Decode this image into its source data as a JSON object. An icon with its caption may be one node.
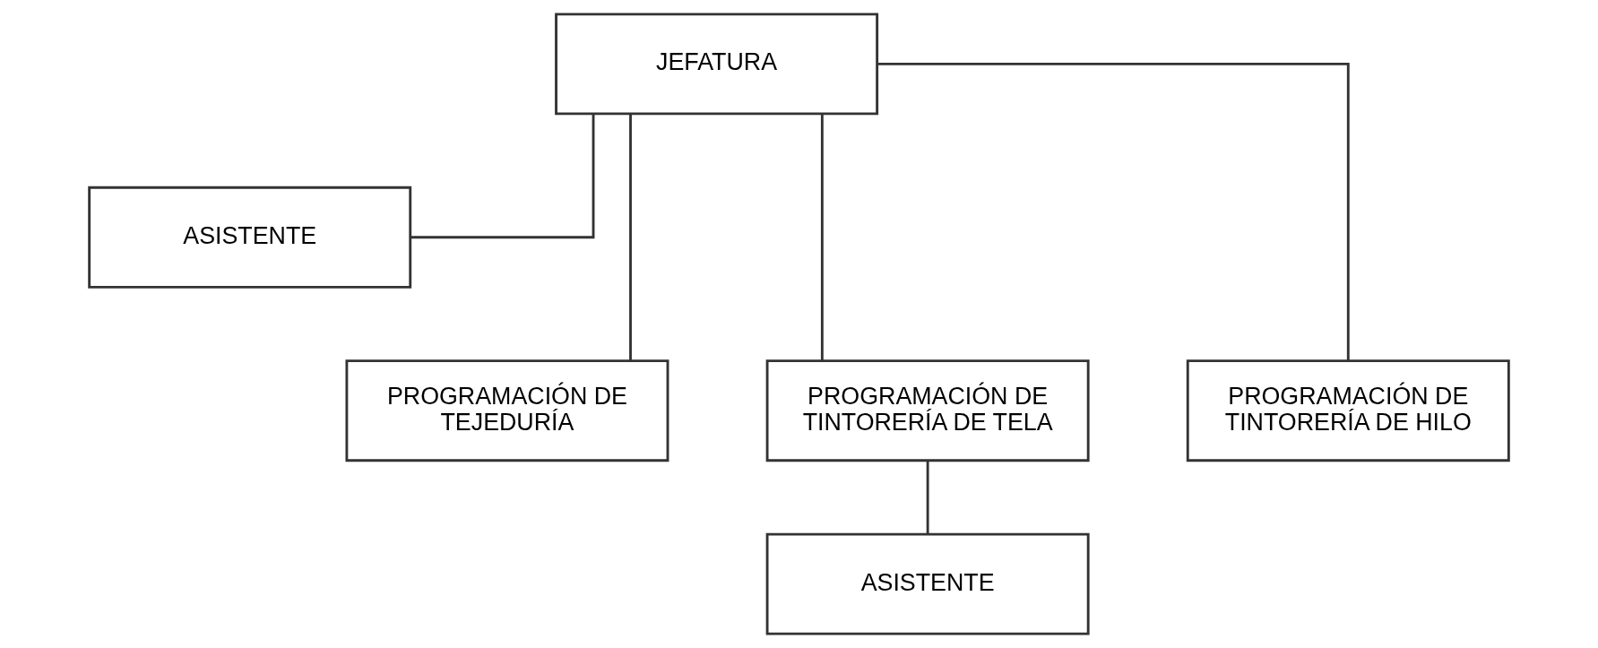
{
  "diagram": {
    "nodes": [
      {
        "text": [
          "JEFATURA"
        ]
      },
      {
        "text": [
          "ASISTENTE"
        ]
      },
      {
        "text": [
          "PROGRAMACIÓN DE TEJEDURÍA"
        ]
      },
      {
        "text": [
          "PROGRAMACIÓN DE TINTORERÍA DE TELA"
        ]
      },
      {
        "text": [
          "PROGRAMACIÓN DE TINTORERÍA DE HILO"
        ]
      },
      {
        "text": [
          "ASISTENTE"
        ]
      }
    ],
    "edges": [
      {
        "from": 0,
        "to": 1,
        "arrow": "none"
      },
      {
        "from": 0,
        "to": 2,
        "arrow": "none"
      },
      {
        "from": 0,
        "to": 3,
        "arrow": "none"
      },
      {
        "from": 0,
        "to": 4,
        "arrow": "none"
      },
      {
        "from": 3,
        "to": 5,
        "arrow": "none"
      }
    ]
  }
}
